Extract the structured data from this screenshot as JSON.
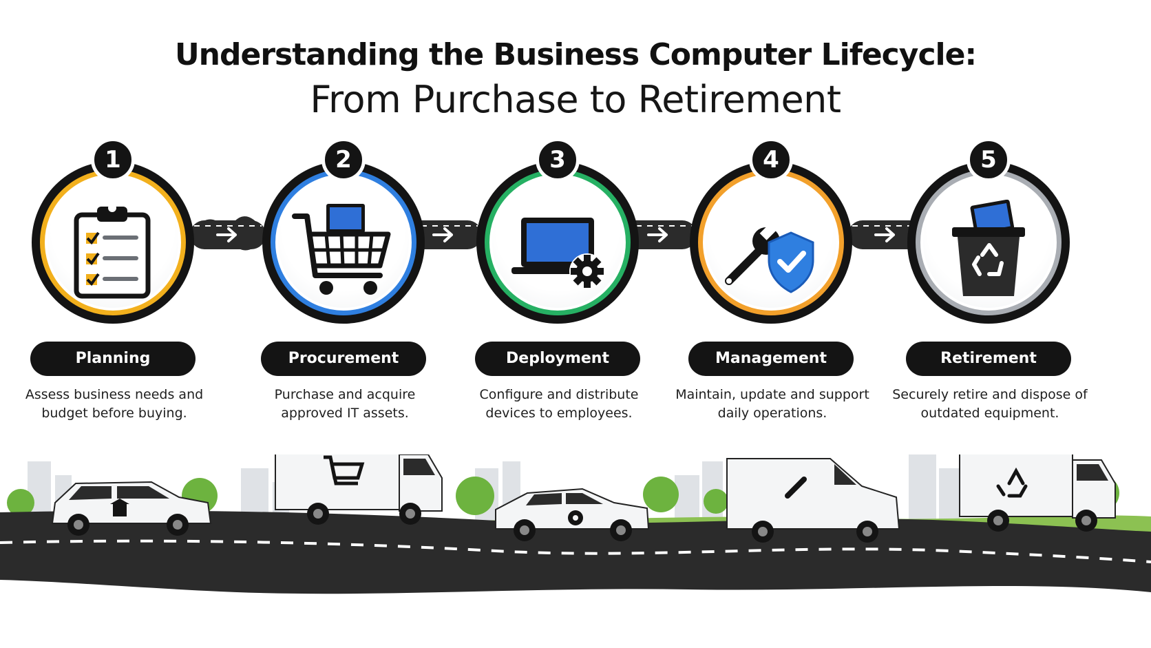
{
  "header": {
    "title": "Understanding the Business Computer Lifecycle:",
    "subtitle": "From Purchase to Retirement"
  },
  "stages": [
    {
      "number": "1",
      "label": "Planning",
      "description": "Assess business needs and budget before buying.",
      "ring_color": "#f2b01d",
      "icon": "clipboard-checklist-icon"
    },
    {
      "number": "2",
      "label": "Procurement",
      "description": "Purchase and acquire approved IT assets.",
      "ring_color": "#2f7fe0",
      "icon": "shopping-cart-laptop-icon"
    },
    {
      "number": "3",
      "label": "Deployment",
      "description": "Configure and distribute devices to employees.",
      "ring_color": "#26b063",
      "icon": "laptop-gear-icon"
    },
    {
      "number": "4",
      "label": "Management",
      "description": "Maintain, update and support daily operations.",
      "ring_color": "#f2a02b",
      "icon": "wrench-shield-icon"
    },
    {
      "number": "5",
      "label": "Retirement",
      "description": "Securely retire and dispose of outdated equipment.",
      "ring_color": "#a9adb3",
      "icon": "recycle-bin-icon"
    }
  ],
  "colors": {
    "dark": "#141414",
    "road": "#2b2b2b",
    "lane": "#ffffff",
    "grass": "#8cc152",
    "tree": "#6db33f",
    "building": "#dcdfe3",
    "laptop_screen": "#2f6fd6",
    "shield": "#2f7fe0"
  },
  "vehicles": [
    {
      "type": "suv",
      "emblem": "building-icon"
    },
    {
      "type": "box-truck",
      "emblem": "cart-icon"
    },
    {
      "type": "sedan",
      "emblem": "gear-icon"
    },
    {
      "type": "van",
      "emblem": "wrench-icon"
    },
    {
      "type": "box-truck",
      "emblem": "recycle-icon"
    }
  ]
}
